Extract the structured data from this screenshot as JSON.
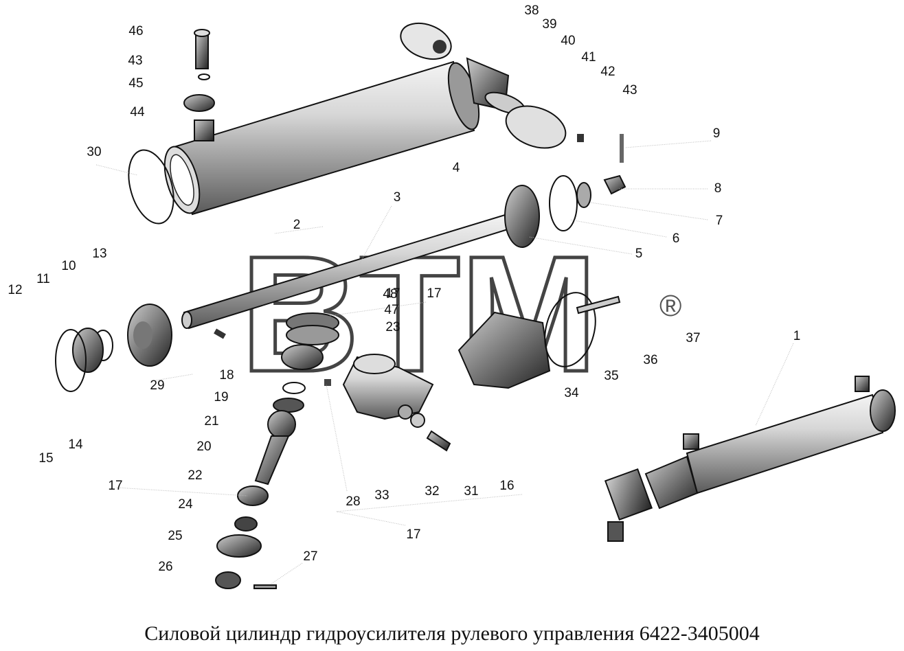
{
  "diagram": {
    "caption": "Силовой цилиндр гидроусилителя рулевого управления 6422-3405004",
    "watermark": "BTM",
    "registered_mark": "®",
    "callouts": [
      "1",
      "2",
      "3",
      "4",
      "5",
      "6",
      "7",
      "8",
      "9",
      "10",
      "11",
      "12",
      "13",
      "14",
      "15",
      "16",
      "17",
      "17",
      "17",
      "17",
      "18",
      "19",
      "20",
      "21",
      "22",
      "23",
      "24",
      "25",
      "26",
      "27",
      "28",
      "29",
      "30",
      "31",
      "32",
      "33",
      "34",
      "35",
      "36",
      "37",
      "38",
      "39",
      "40",
      "41",
      "42",
      "43",
      "43",
      "44",
      "45",
      "46",
      "47",
      "48"
    ]
  }
}
